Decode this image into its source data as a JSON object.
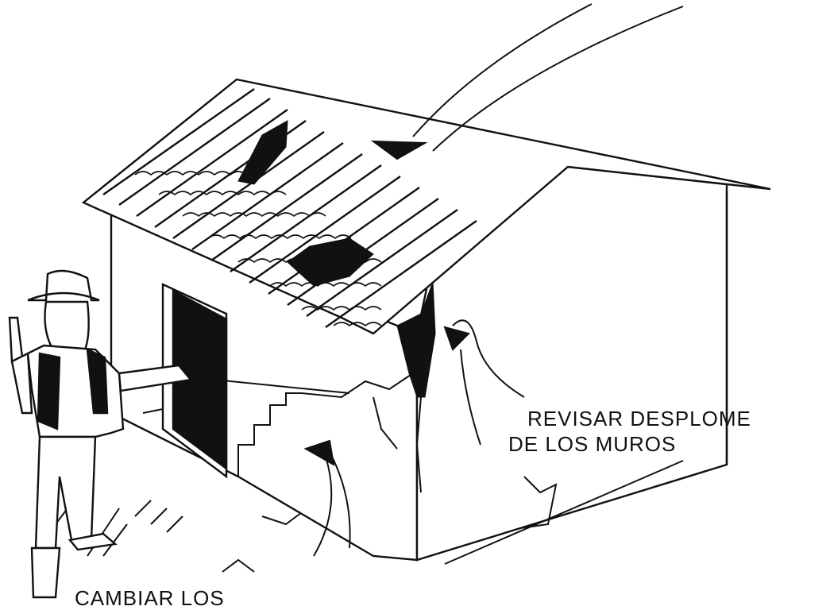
{
  "annotations": {
    "wall_label_line1": "REVISAR DESPLOME",
    "wall_label_line2": "DE LOS MUROS",
    "bottom_label": "CAMBIAR LOS"
  },
  "colors": {
    "ink": "#111111",
    "paper": "#ffffff"
  }
}
